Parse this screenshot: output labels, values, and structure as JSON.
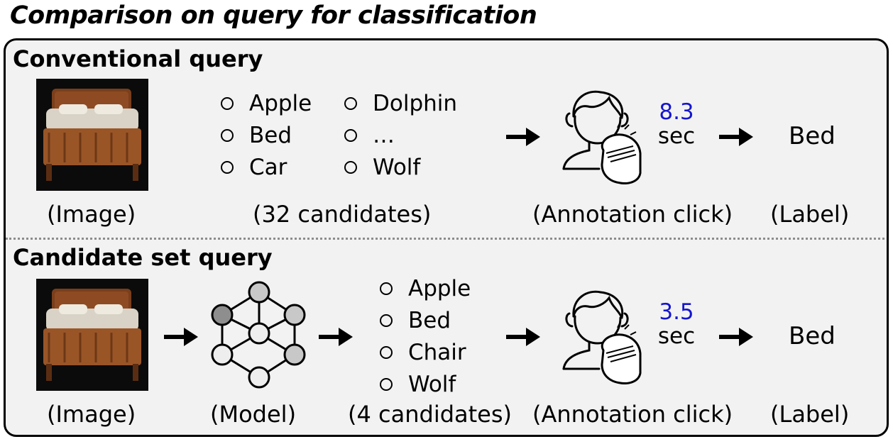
{
  "title": "Comparison on query for classification",
  "conventional": {
    "heading": "Conventional query",
    "image_caption": "(Image)",
    "options_col1": [
      "Apple",
      "Bed",
      "Car"
    ],
    "options_col2": [
      "Dolphin",
      "…",
      "Wolf"
    ],
    "candidates_caption": "(32 candidates)",
    "time_value": "8.3",
    "time_unit": "sec",
    "annotation_caption": "(Annotation click)",
    "label_value": "Bed",
    "label_caption": "(Label)"
  },
  "candidate_set": {
    "heading": "Candidate set query",
    "image_caption": "(Image)",
    "model_caption": "(Model)",
    "options": [
      "Apple",
      "Bed",
      "Chair",
      "Wolf"
    ],
    "candidates_caption": "(4 candidates)",
    "time_value": "3.5",
    "time_unit": "sec",
    "annotation_caption": "(Annotation click)",
    "label_value": "Bed",
    "label_caption": "(Label)"
  },
  "colors": {
    "time": "#1515cf",
    "panel": "#f2f2f2",
    "divider": "#8c8c8c"
  }
}
